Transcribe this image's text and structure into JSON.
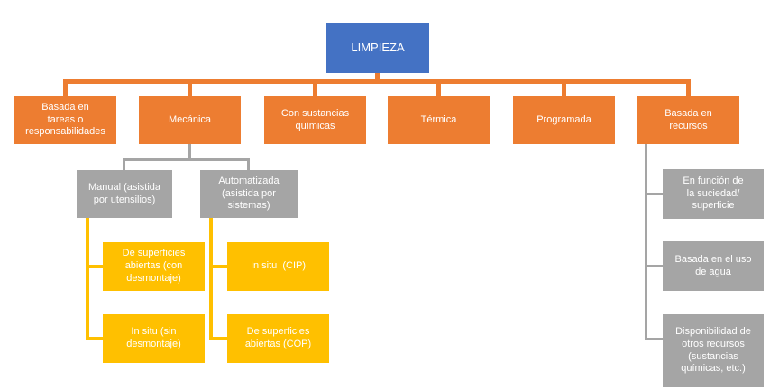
{
  "diagram": {
    "type": "hierarchy",
    "background": "#FFFFFF",
    "palette": {
      "root": "#4472C4",
      "level1": "#ED7D31",
      "level2": "#A5A5A5",
      "level3": "#FFC000",
      "text": "#FFFFFF"
    },
    "nodes": {
      "root": "LIMPIEZA",
      "l1": [
        "Basada en\ntareas o\nresponsabilidades",
        "Mecánica",
        "Con sustancias\nquímicas",
        "Térmica",
        "Programada",
        "Basada en\nrecursos"
      ],
      "mecanica_children": [
        "Manual (asistida\npor utensilios)",
        "Automatizada\n(asistida por\nsistemas)"
      ],
      "manual_children": [
        "De superficies\nabiertas (con\ndesmontaje)",
        "In situ (sin\ndesmontaje)"
      ],
      "automatizada_children": [
        "In situ  (CIP)",
        "De superficies\nabiertas (COP)"
      ],
      "recursos_children": [
        "En función de\nla suciedad/\nsuperficie",
        "Basada en el uso\nde agua",
        "Disponibilidad de\notros recursos\n(sustancias\nquímicas, etc.)"
      ]
    }
  }
}
